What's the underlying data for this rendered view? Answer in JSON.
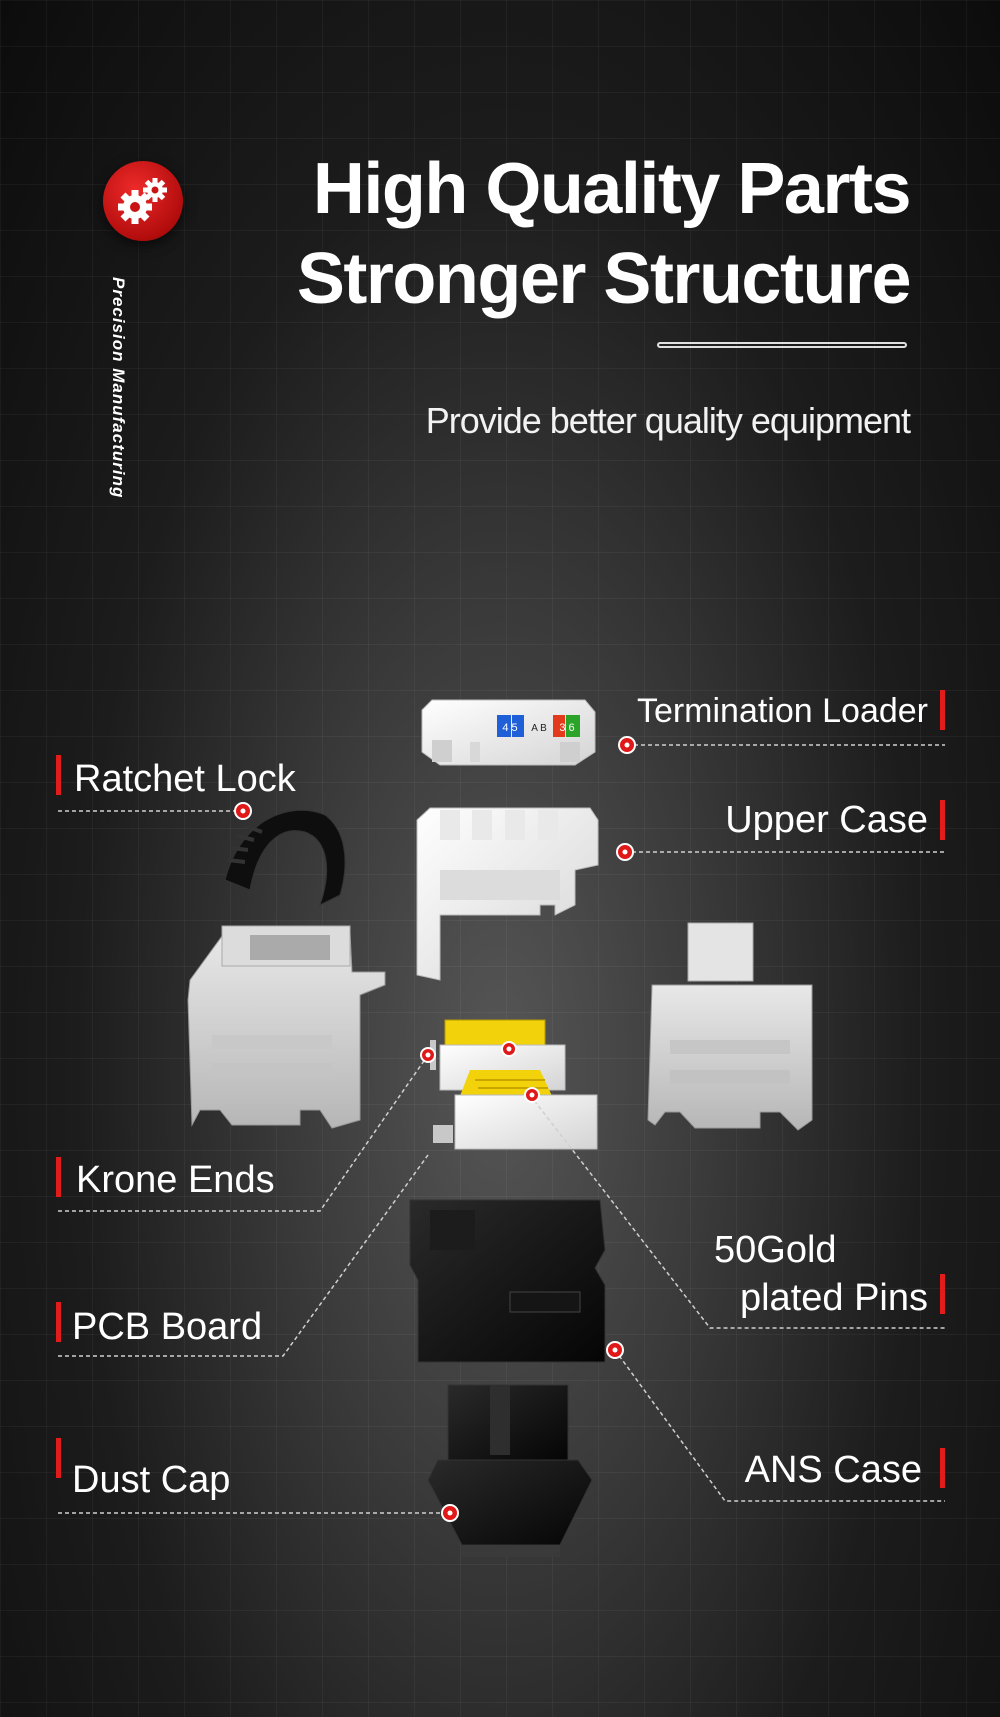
{
  "header": {
    "title_line1": "High Quality Parts",
    "title_line2": "Stronger Structure",
    "subtitle": "Provide better quality equipment",
    "vertical_text": "Precision Manufacturing",
    "badge_icon": "gears-icon"
  },
  "callouts": {
    "termination_loader": "Termination Loader",
    "ratchet_lock": "Ratchet Lock",
    "upper_case": "Upper Case",
    "krone_ends": "Krone Ends",
    "gold_pins_line1": "50Gold",
    "gold_pins_line2": "plated Pins",
    "pcb_board": "PCB Board",
    "ans_case": "ANS Case",
    "dust_cap": "Dust Cap"
  },
  "loader_marks": {
    "left": "4 5",
    "middle": "A B",
    "right": "3 6"
  },
  "colors": {
    "accent": "#e21b1b",
    "badge": "#c81414",
    "pcb_yellow": "#f2d20a"
  }
}
